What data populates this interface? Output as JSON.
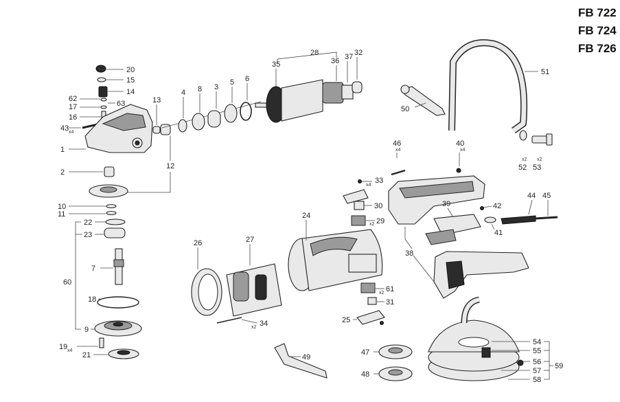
{
  "models": [
    "FB 722",
    "FB 724",
    "FB 726"
  ],
  "labels": {
    "l1": "1",
    "l2": "2",
    "l3": "3",
    "l4": "4",
    "l5": "5",
    "l6": "6",
    "l7": "7",
    "l8": "8",
    "l9": "9",
    "l10": "10",
    "l11": "11",
    "l12": "12",
    "l13": "13",
    "l14": "14",
    "l15": "15",
    "l16": "16",
    "l17": "17",
    "l18": "18",
    "l19": "19",
    "l20": "20",
    "l21": "21",
    "l22": "22",
    "l23": "23",
    "l24": "24",
    "l25": "25",
    "l26": "26",
    "l27": "27",
    "l28": "28",
    "l29": "29",
    "l30": "30",
    "l31": "31",
    "l32": "32",
    "l33": "33",
    "l34": "34",
    "l35": "35",
    "l36": "36",
    "l37": "37",
    "l38": "38",
    "l39": "39",
    "l40": "40",
    "l41": "41",
    "l42": "42",
    "l43": "43",
    "l44": "44",
    "l45": "45",
    "l46": "46",
    "l47": "47",
    "l48": "48",
    "l49": "49",
    "l50": "50",
    "l51": "51",
    "l52": "52",
    "l53": "53",
    "l54": "54",
    "l55": "55",
    "l56": "56",
    "l57": "57",
    "l58": "58",
    "l59": "59",
    "l60": "60",
    "l61": "61",
    "l62": "62",
    "l63": "63"
  },
  "qty": {
    "x4": "x4",
    "x2": "x2"
  }
}
